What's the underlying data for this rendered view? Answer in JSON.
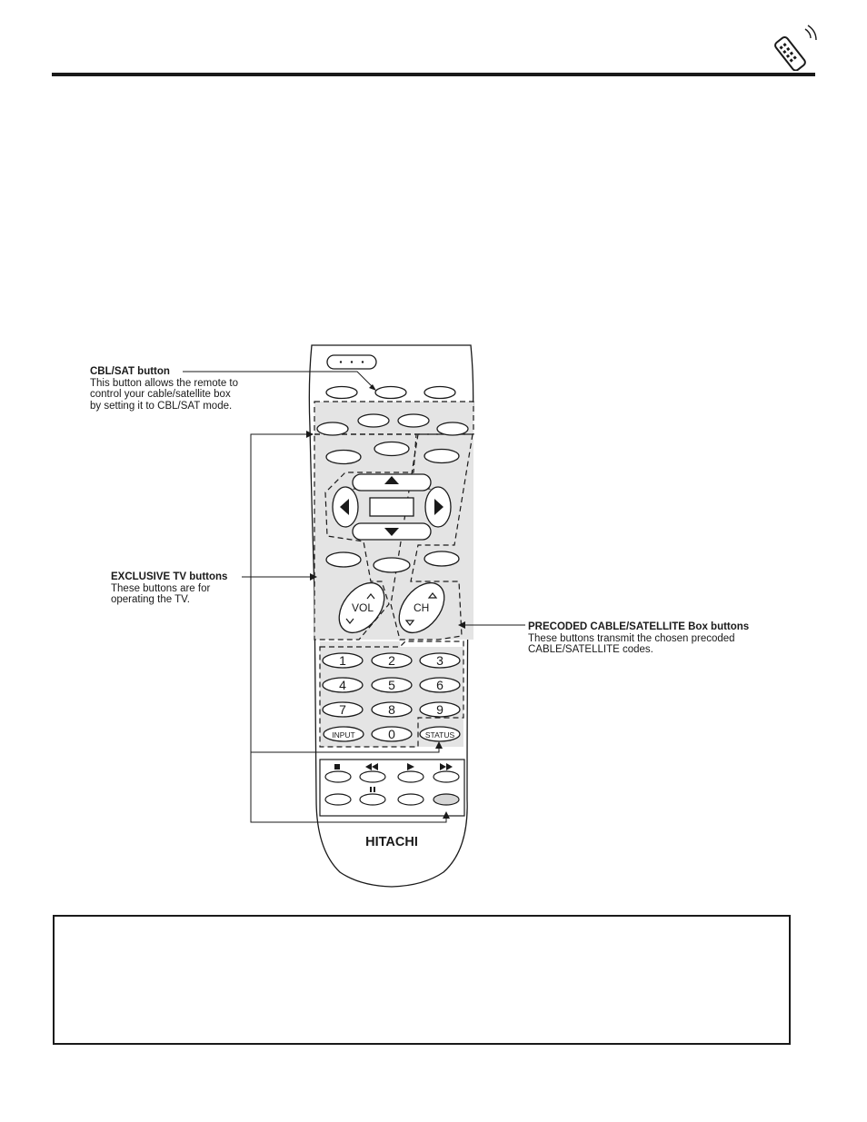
{
  "callouts": {
    "cblsat": {
      "title": "CBL/SAT button",
      "body": "This button allows the remote to\ncontrol your cable/satellite box\nby setting it to CBL/SAT mode."
    },
    "exclusive": {
      "title": "EXCLUSIVE TV buttons",
      "body": "These buttons are for\noperating the TV."
    },
    "precoded": {
      "title": "PRECODED CABLE/SATELLITE Box buttons",
      "body": "These buttons transmit the chosen precoded\nCABLE/SATELLITE codes."
    }
  },
  "remote": {
    "vol_label": "VOL",
    "ch_label": "CH",
    "input_label": "INPUT",
    "status_label": "STATUS",
    "brand": "HITACHI",
    "keys": [
      "1",
      "2",
      "3",
      "4",
      "5",
      "6",
      "7",
      "8",
      "9",
      "0"
    ]
  }
}
